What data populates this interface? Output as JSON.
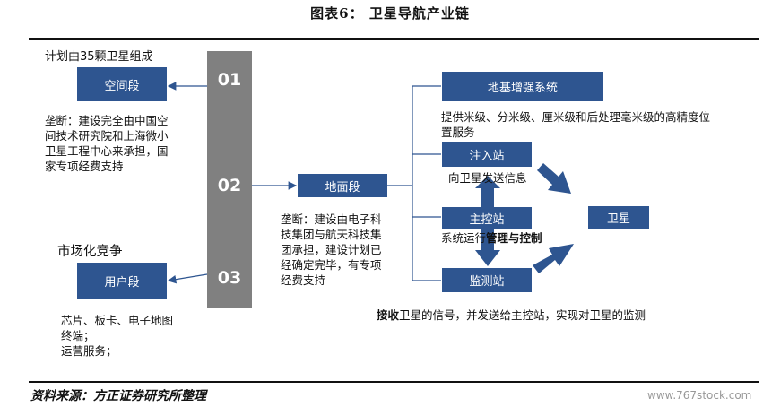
{
  "title": "图表6： 卫星导航产业链",
  "segments": {
    "space": {
      "heading": "计划由35颗卫星组成",
      "label": "空间段",
      "desc": [
        "垄断：建设完全由中国空",
        "间技术研究院和上海微小",
        "卫星工程中心来承担，国",
        "家专项经费支持"
      ]
    },
    "ground": {
      "label": "地面段",
      "desc": [
        "垄断：建设由电子科",
        "技集团与航天科技集",
        "团承担，建设计划已",
        "经确定完毕，有专项",
        "经费支持"
      ]
    },
    "user": {
      "heading": "市场化竞争",
      "label": "用户段",
      "desc": [
        "芯片、板卡、电子地图",
        "终端；",
        "运营服务；"
      ]
    }
  },
  "bar_numbers": [
    "01",
    "02",
    "03"
  ],
  "ground_components": {
    "augmentation": {
      "label": "地基增强系统",
      "desc": [
        "提供米级、分米级、厘米级和后处理毫米级的高精度位",
        "置服务"
      ]
    },
    "injection": {
      "label": "注入站",
      "desc": "向卫星发送信息"
    },
    "master": {
      "label": "主控站",
      "desc_plain": "系统运行",
      "desc_bold": "管理与控制"
    },
    "monitor": {
      "label": "监测站",
      "desc_bold": "接收",
      "desc_plain": "卫星的信号，并发送给主控站，实现对卫星的监测"
    },
    "satellite": {
      "label": "卫星"
    }
  },
  "source": "资料来源：方正证券研究所整理",
  "watermark": "www.767stock.com",
  "colors": {
    "box": "#2e5590",
    "bar": "#808080",
    "arrow": "#2e5590"
  }
}
